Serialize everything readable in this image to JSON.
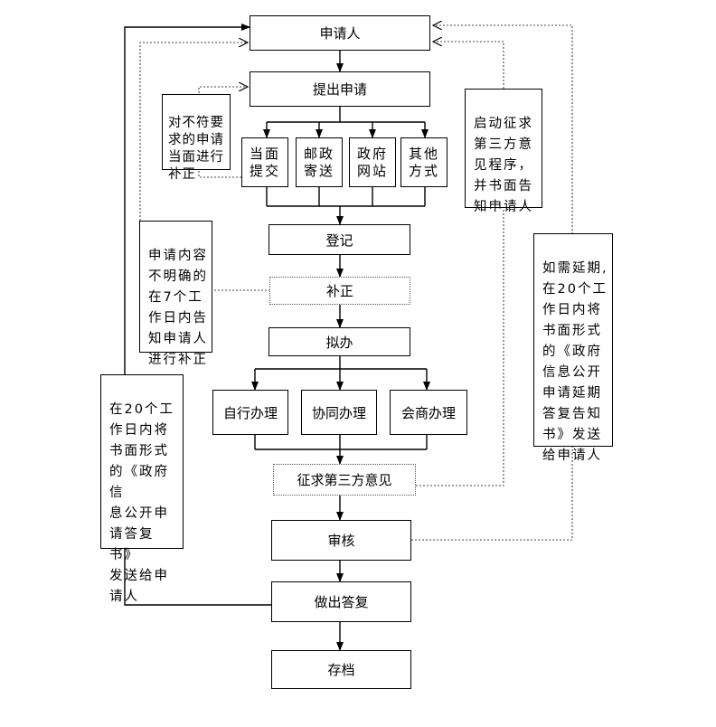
{
  "main_flow": {
    "applicant": "申请人",
    "submit": "提出申请",
    "register": "登记",
    "correction": "补正",
    "draft": "拟办",
    "third_party": "征求第三方意见",
    "review": "审核",
    "reply": "做出答复",
    "archive": "存档"
  },
  "channels": [
    "当面\n提交",
    "邮政\n寄送",
    "政府\n网站",
    "其他\n方式"
  ],
  "handling": [
    "自行办理",
    "协同办理",
    "会商办理"
  ],
  "notes": {
    "in_person_fix": "对不符要\n求的申请\n当面进行\n补正",
    "unclear_content": "申请内容\n不明确的\n在7个工\n作日内告\n知申请人\n进行补正",
    "third_party_procedure": "启动征求\n第三方意\n见程序，\n并书面告\n知申请人",
    "extension": "如需延期,\n在20个工\n作日内将\n书面形式\n的《政府\n信息公开\n申请延期\n答复告知\n书》发送\n给申请人",
    "reply_notice": "在20个工\n作日内将\n书面形式\n的《政府信\n息公开申\n请答复书》\n发送给申\n请人"
  }
}
